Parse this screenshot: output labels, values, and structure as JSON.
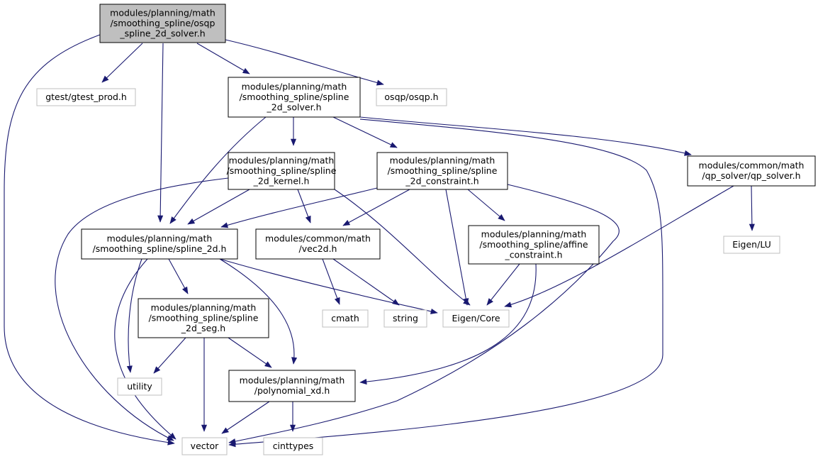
{
  "graph": {
    "nodes": [
      {
        "id": "root",
        "lines": [
          "modules/planning/math",
          "/smoothing_spline/osqp",
          "_spline_2d_solver.h"
        ],
        "kind": "root"
      },
      {
        "id": "gtest",
        "lines": [
          "gtest/gtest_prod.h"
        ],
        "kind": "external"
      },
      {
        "id": "solver",
        "lines": [
          "modules/planning/math",
          "/smoothing_spline/spline",
          "_2d_solver.h"
        ],
        "kind": "normal"
      },
      {
        "id": "osqp",
        "lines": [
          "osqp/osqp.h"
        ],
        "kind": "external"
      },
      {
        "id": "kernel",
        "lines": [
          "modules/planning/math",
          "/smoothing_spline/spline",
          "_2d_kernel.h"
        ],
        "kind": "normal"
      },
      {
        "id": "constraint",
        "lines": [
          "modules/planning/math",
          "/smoothing_spline/spline",
          "_2d_constraint.h"
        ],
        "kind": "normal"
      },
      {
        "id": "qp",
        "lines": [
          "modules/common/math",
          "/qp_solver/qp_solver.h"
        ],
        "kind": "normal"
      },
      {
        "id": "spline2d",
        "lines": [
          "modules/planning/math",
          "/smoothing_spline/spline_2d.h"
        ],
        "kind": "normal"
      },
      {
        "id": "vec2d",
        "lines": [
          "modules/common/math",
          "/vec2d.h"
        ],
        "kind": "normal"
      },
      {
        "id": "affine",
        "lines": [
          "modules/planning/math",
          "/smoothing_spline/affine",
          "_constraint.h"
        ],
        "kind": "normal"
      },
      {
        "id": "eigenlu",
        "lines": [
          "Eigen/LU"
        ],
        "kind": "external"
      },
      {
        "id": "seg",
        "lines": [
          "modules/planning/math",
          "/smoothing_spline/spline",
          "_2d_seg.h"
        ],
        "kind": "normal"
      },
      {
        "id": "cmath",
        "lines": [
          "cmath"
        ],
        "kind": "external"
      },
      {
        "id": "string",
        "lines": [
          "string"
        ],
        "kind": "external"
      },
      {
        "id": "eigencore",
        "lines": [
          "Eigen/Core"
        ],
        "kind": "external"
      },
      {
        "id": "utility",
        "lines": [
          "utility"
        ],
        "kind": "external"
      },
      {
        "id": "poly",
        "lines": [
          "modules/planning/math",
          "/polynomial_xd.h"
        ],
        "kind": "normal"
      },
      {
        "id": "vector",
        "lines": [
          "vector"
        ],
        "kind": "external"
      },
      {
        "id": "cinttypes",
        "lines": [
          "cinttypes"
        ],
        "kind": "external"
      }
    ],
    "edges": [
      {
        "from": "root",
        "to": "gtest"
      },
      {
        "from": "root",
        "to": "solver"
      },
      {
        "from": "root",
        "to": "osqp"
      },
      {
        "from": "root",
        "to": "spline2d"
      },
      {
        "from": "root",
        "to": "vector"
      },
      {
        "from": "solver",
        "to": "kernel"
      },
      {
        "from": "solver",
        "to": "constraint"
      },
      {
        "from": "solver",
        "to": "qp"
      },
      {
        "from": "solver",
        "to": "spline2d"
      },
      {
        "from": "solver",
        "to": "vector"
      },
      {
        "from": "kernel",
        "to": "spline2d"
      },
      {
        "from": "kernel",
        "to": "vec2d"
      },
      {
        "from": "kernel",
        "to": "eigencore"
      },
      {
        "from": "kernel",
        "to": "vector"
      },
      {
        "from": "constraint",
        "to": "spline2d"
      },
      {
        "from": "constraint",
        "to": "vec2d"
      },
      {
        "from": "constraint",
        "to": "affine"
      },
      {
        "from": "constraint",
        "to": "eigencore"
      },
      {
        "from": "constraint",
        "to": "vector"
      },
      {
        "from": "qp",
        "to": "eigencore"
      },
      {
        "from": "qp",
        "to": "eigenlu"
      },
      {
        "from": "spline2d",
        "to": "seg"
      },
      {
        "from": "spline2d",
        "to": "utility"
      },
      {
        "from": "spline2d",
        "to": "poly"
      },
      {
        "from": "spline2d",
        "to": "eigencore"
      },
      {
        "from": "spline2d",
        "to": "vector"
      },
      {
        "from": "vec2d",
        "to": "cmath"
      },
      {
        "from": "vec2d",
        "to": "string"
      },
      {
        "from": "affine",
        "to": "eigencore"
      },
      {
        "from": "affine",
        "to": "poly"
      },
      {
        "from": "seg",
        "to": "utility"
      },
      {
        "from": "seg",
        "to": "poly"
      },
      {
        "from": "seg",
        "to": "vector"
      },
      {
        "from": "poly",
        "to": "vector"
      },
      {
        "from": "poly",
        "to": "cinttypes"
      }
    ]
  }
}
